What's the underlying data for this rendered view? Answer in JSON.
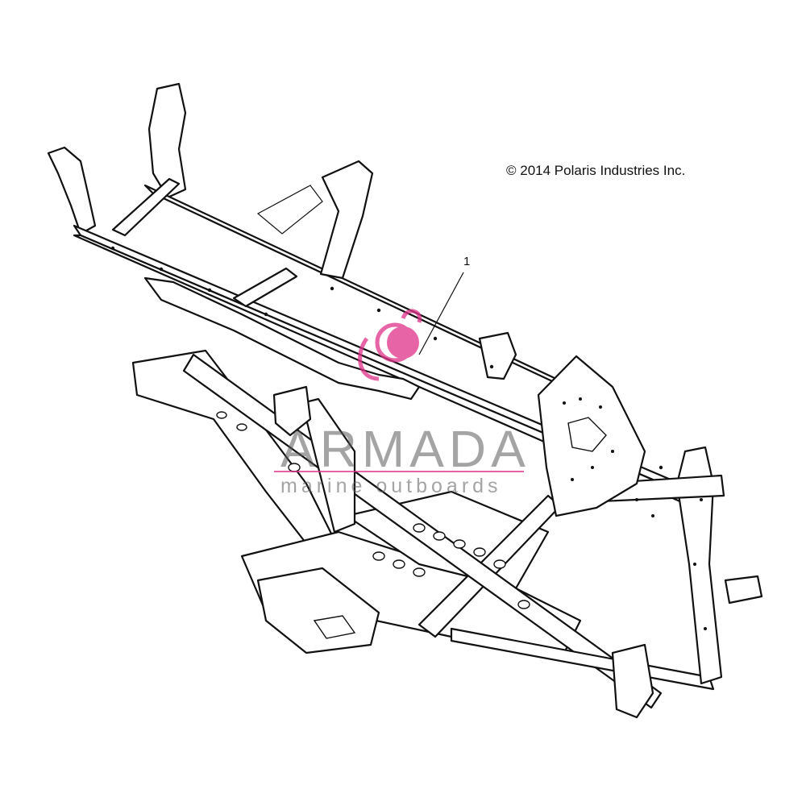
{
  "copyright": "© 2014 Polaris Industries Inc.",
  "callout": "1",
  "watermark": {
    "name": "ARMADA",
    "tagline": "marine outboards",
    "logo_color": "#e0318a"
  },
  "colors": {
    "line": "#111111",
    "background": "#ffffff"
  }
}
